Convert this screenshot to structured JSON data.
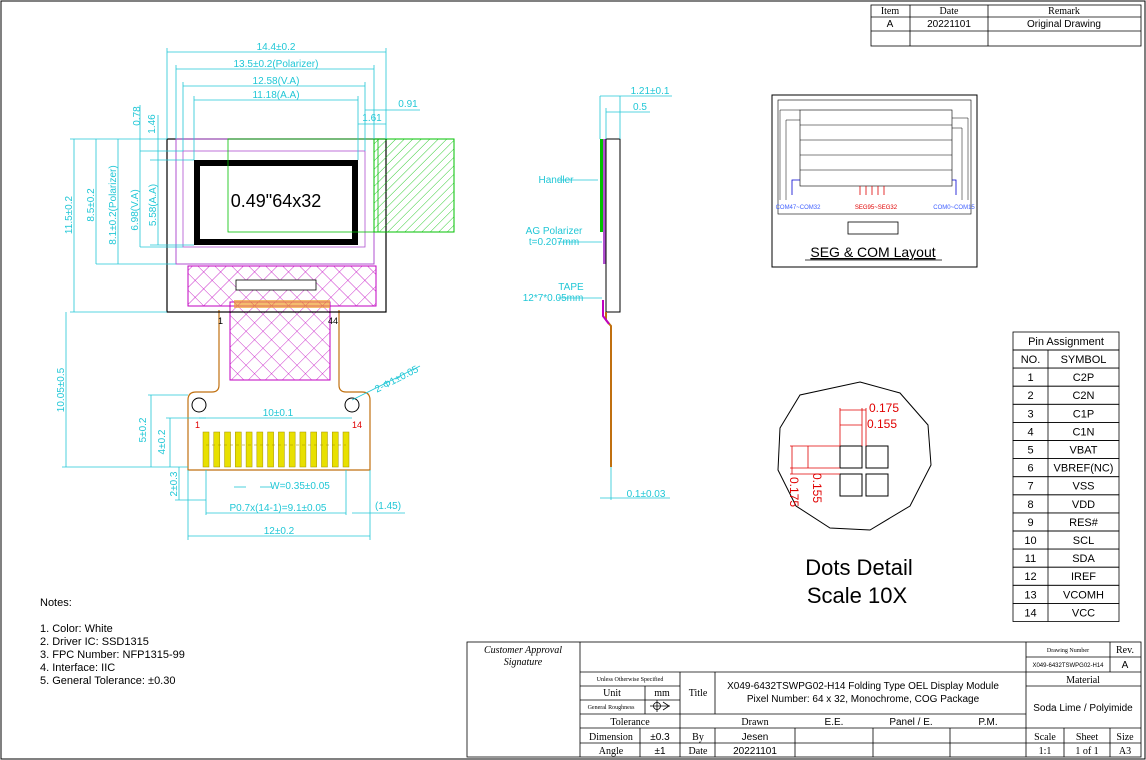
{
  "revision_table": {
    "headers": [
      "Item",
      "Date",
      "Remark"
    ],
    "rows": [
      {
        "item": "A",
        "date": "20221101",
        "remark": "Original Drawing"
      }
    ]
  },
  "front_view": {
    "display_label": "0.49\"64x32",
    "dims": {
      "outline_w": "14.4±0.2",
      "polarizer_w": "13.5±0.2(Polarizer)",
      "va_w": "12.58(V.A)",
      "aa_w": "11.18(A.A)",
      "right_offset_1": "0.91",
      "right_offset_2": "1.61",
      "top_offset_1": "0.78",
      "top_offset_2": "1.46",
      "outline_h": "11.5±0.2",
      "glass_h": "8.5±0.2",
      "polarizer_h": "8.1±0.2(Polarizer)",
      "va_h": "6.98(V.A)",
      "aa_h": "5.58(A.A)",
      "total_h": "10.05±0.5",
      "pin_pitch_span": "10±0.1",
      "fpc_h1": "5±0.2",
      "fpc_h2": "4±0.2",
      "finger_h": "2±0.3",
      "hole": "2-Φ1±0.05",
      "finger_w": "W=0.35±0.05",
      "pitch_total": "P0.7x(14-1)=9.1±0.05",
      "edge_offset": "(1.45)",
      "fpc_w": "12±0.2",
      "pin1": "1",
      "pin44": "44",
      "pin_first": "1",
      "pin_last": "14"
    }
  },
  "side_view": {
    "handler": "Handler",
    "polarizer_line1": "AG Polarizer",
    "polarizer_line2": "t=0.207mm",
    "tape_line1": "TAPE",
    "tape_line2": "12*7*0.05mm",
    "dim_total": "1.21±0.1",
    "dim_glass": "0.5",
    "dim_fpc": "0.1±0.03"
  },
  "seg_com": {
    "left_label": "COM47~COM32",
    "center_label": "SEG95~SEG32",
    "right_label": "COM0~COM15",
    "title": "SEG & COM Layout"
  },
  "dots_detail": {
    "d1": "0.175",
    "d2": "0.155",
    "d3": "0.155",
    "d4": "0.175",
    "title_line1": "Dots Detail",
    "title_line2": "Scale 10X"
  },
  "pin_assignment": {
    "title": "Pin Assignment",
    "headers": [
      "NO.",
      "SYMBOL"
    ],
    "rows": [
      {
        "no": "1",
        "symbol": "C2P"
      },
      {
        "no": "2",
        "symbol": "C2N"
      },
      {
        "no": "3",
        "symbol": "C1P"
      },
      {
        "no": "4",
        "symbol": "C1N"
      },
      {
        "no": "5",
        "symbol": "VBAT"
      },
      {
        "no": "6",
        "symbol": "VBREF(NC)"
      },
      {
        "no": "7",
        "symbol": "VSS"
      },
      {
        "no": "8",
        "symbol": "VDD"
      },
      {
        "no": "9",
        "symbol": "RES#"
      },
      {
        "no": "10",
        "symbol": "SCL"
      },
      {
        "no": "11",
        "symbol": "SDA"
      },
      {
        "no": "12",
        "symbol": "IREF"
      },
      {
        "no": "13",
        "symbol": "VCOMH"
      },
      {
        "no": "14",
        "symbol": "VCC"
      }
    ]
  },
  "notes": {
    "title": "Notes:",
    "items": [
      "1. Color: White",
      "2. Driver IC: SSD1315",
      "3. FPC Number: NFP1315-99",
      "4. Interface: IIC",
      "5. General Tolerance: ±0.30"
    ]
  },
  "title_block": {
    "customer_approval_1": "Customer Approval",
    "customer_approval_2": "Signature",
    "unless_specified": "Unless Otherwise Specified",
    "unit_label": "Unit",
    "unit_value": "mm",
    "roughness_label": "General Roughness",
    "title_label": "Title",
    "title_line1": "X049-6432TSWPG02-H14 Folding Type OEL Display Module",
    "title_line2": "Pixel Number: 64 x 32, Monochrome, COG Package",
    "tolerance_label": "Tolerance",
    "dimension_label": "Dimension",
    "dimension_value": "±0.3",
    "angle_label": "Angle",
    "angle_value": "±1",
    "drawn_label": "Drawn",
    "ee_label": "E.E.",
    "panel_label": "Panel / E.",
    "pm_label": "P.M.",
    "by_label": "By",
    "by_value": "Jesen",
    "date_label": "Date",
    "date_value": "20221101",
    "drawing_number_label": "Drawing Number",
    "drawing_number": "X049-6432TSWPG02-H14",
    "rev_label": "Rev.",
    "rev_value": "A",
    "material_label": "Material",
    "material_value": "Soda Lime / Polyimide",
    "scale_label": "Scale",
    "scale_value": "1:1",
    "sheet_label": "Sheet",
    "sheet_value": "1 of 1",
    "size_label": "Size",
    "size_value": "A3"
  },
  "colors": {
    "dimension": "#21c7d6",
    "fpc": "#c07010",
    "hatch": "#c000c0",
    "polarizer": "#b050d0",
    "active_area": "#00c000",
    "pads": "#e8e000",
    "callout": "#e00000"
  }
}
